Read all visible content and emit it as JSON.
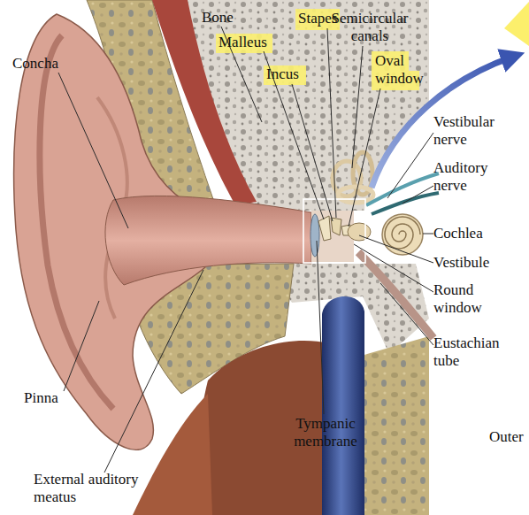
{
  "diagram": {
    "labels": [
      "Bone",
      "Stapes",
      "Semicircular canals",
      "Malleus",
      "Concha",
      "Oval window",
      "Incus",
      "Vestibular nerve",
      "Auditory nerve",
      "Cochlea",
      "Vestibule",
      "Round window",
      "Eustachian tube",
      "Pinna",
      "Tympanic membrane",
      "Outer",
      "External auditory meatus"
    ]
  }
}
